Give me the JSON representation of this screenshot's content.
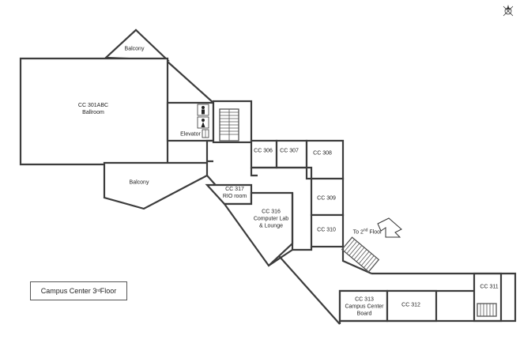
{
  "map_title": {
    "prefix": "Campus Center 3",
    "sup": "rd",
    "suffix": " Floor"
  },
  "rooms": {
    "balcony_top": "Balcony",
    "ballroom": [
      "CC 301ABC",
      "Ballroom"
    ],
    "balcony_bottom": "Balcony",
    "elevator": "Elevator",
    "cc306": "CC 306",
    "cc307": "CC 307",
    "cc308": "CC 308",
    "cc309": "CC 309",
    "cc310": "CC 310",
    "cc317": [
      "CC 317",
      "RIO room"
    ],
    "cc316": [
      "CC 316",
      "Computer Lab",
      "& Lounge"
    ],
    "cc313": [
      "CC 313",
      "Campus Center",
      "Board"
    ],
    "cc312": "CC 312",
    "cc311": "CC 311"
  },
  "stair_note": {
    "prefix": "To 2",
    "sup": "nd",
    "suffix": " Floor"
  },
  "icons": [
    "compass-icon",
    "restroom-men-icon",
    "restroom-women-icon",
    "elevator-icon",
    "stairs-icon",
    "arrow-down-icon"
  ]
}
